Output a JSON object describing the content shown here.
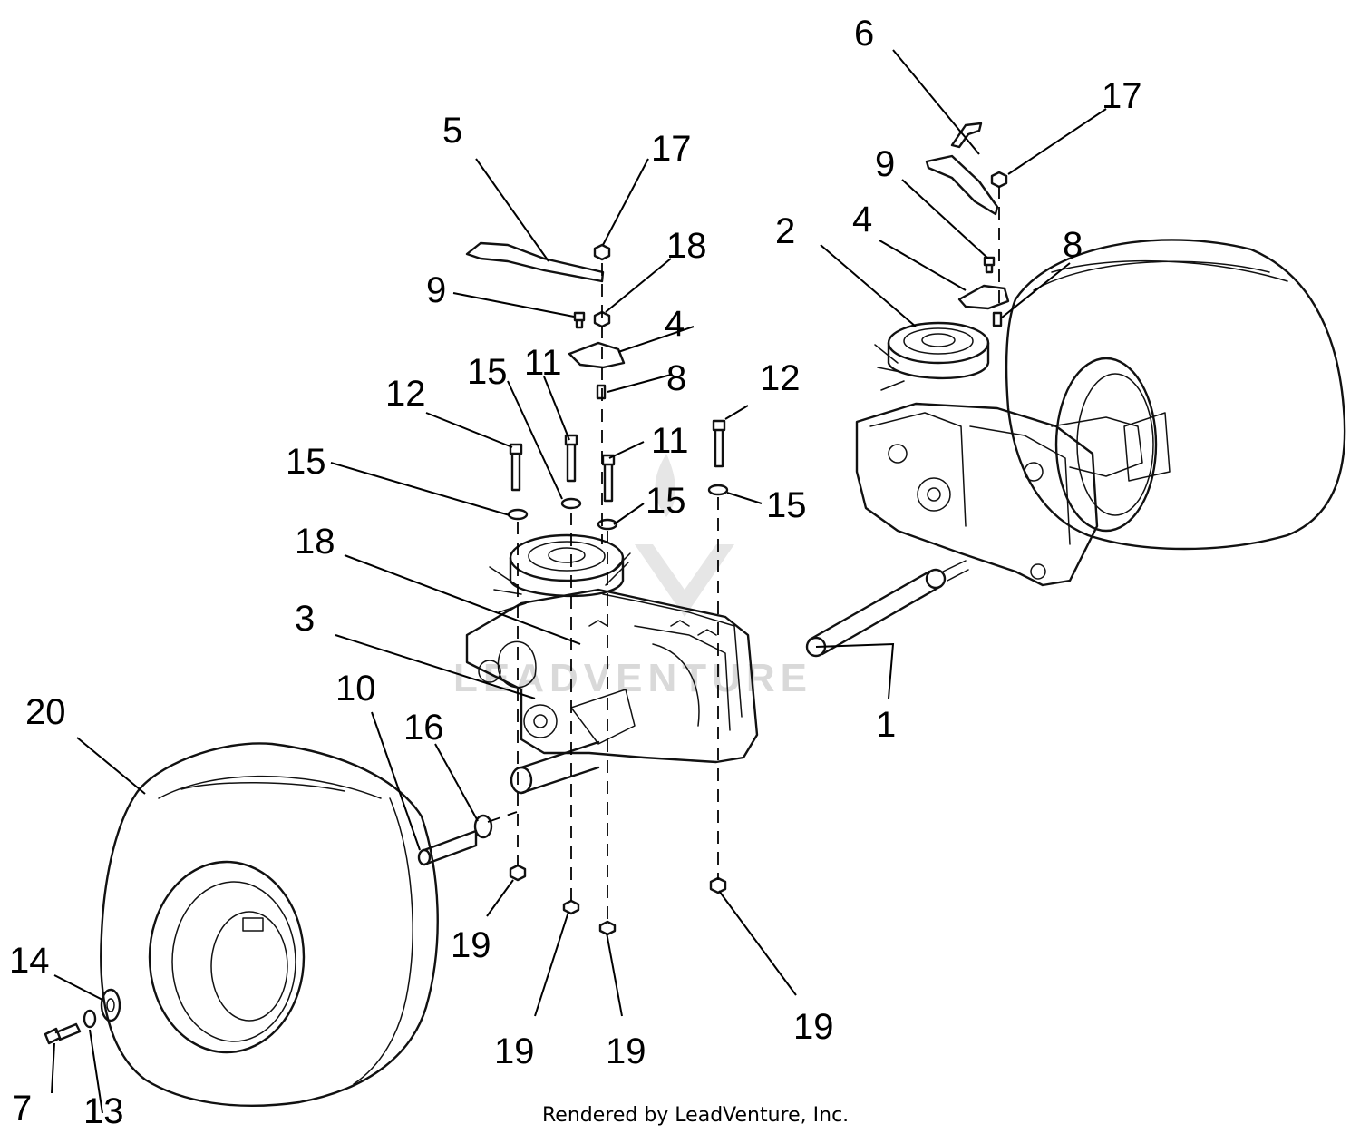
{
  "diagram": {
    "callouts": [
      "1",
      "2",
      "3",
      "4",
      "5",
      "6",
      "7",
      "8",
      "9",
      "10",
      "11",
      "12",
      "13",
      "14",
      "15",
      "16",
      "17",
      "18",
      "19",
      "20"
    ],
    "footer": "Rendered by LeadVenture, Inc.",
    "watermark": "LEADVENTURE"
  }
}
